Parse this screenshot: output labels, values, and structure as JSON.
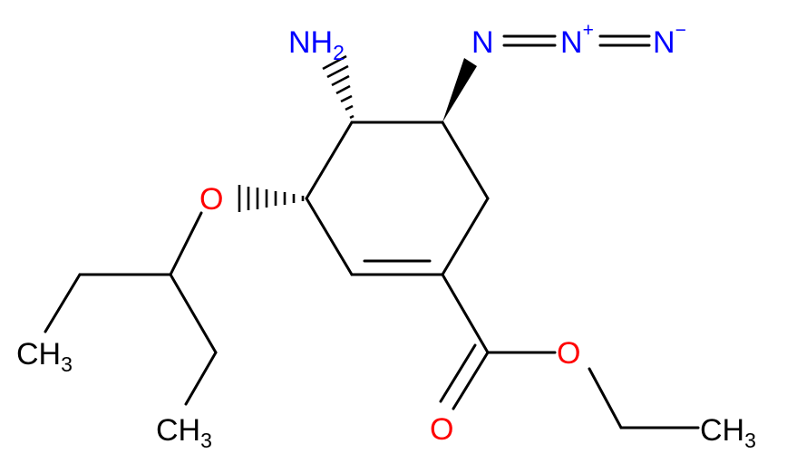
{
  "molecule": {
    "atoms": {
      "nh2": {
        "main": "NH",
        "sub": "2",
        "color": "#0000ff"
      },
      "n1": {
        "main": "N",
        "color": "#0000ff"
      },
      "n2": {
        "main": "N",
        "charge": "+",
        "color": "#0000ff"
      },
      "n3": {
        "main": "N",
        "charge": "−",
        "color": "#0000ff"
      },
      "o_ether": {
        "main": "O",
        "color": "#ff0000"
      },
      "o_ester": {
        "main": "O",
        "color": "#ff0000"
      },
      "o_carbonyl": {
        "main": "O",
        "color": "#ff0000"
      },
      "ch3_a": {
        "main": "CH",
        "sub": "3",
        "color": "#000000"
      },
      "ch3_b": {
        "main": "CH",
        "sub": "3",
        "color": "#000000"
      },
      "ch3_c": {
        "main": "CH",
        "sub": "3",
        "color": "#000000"
      }
    }
  }
}
